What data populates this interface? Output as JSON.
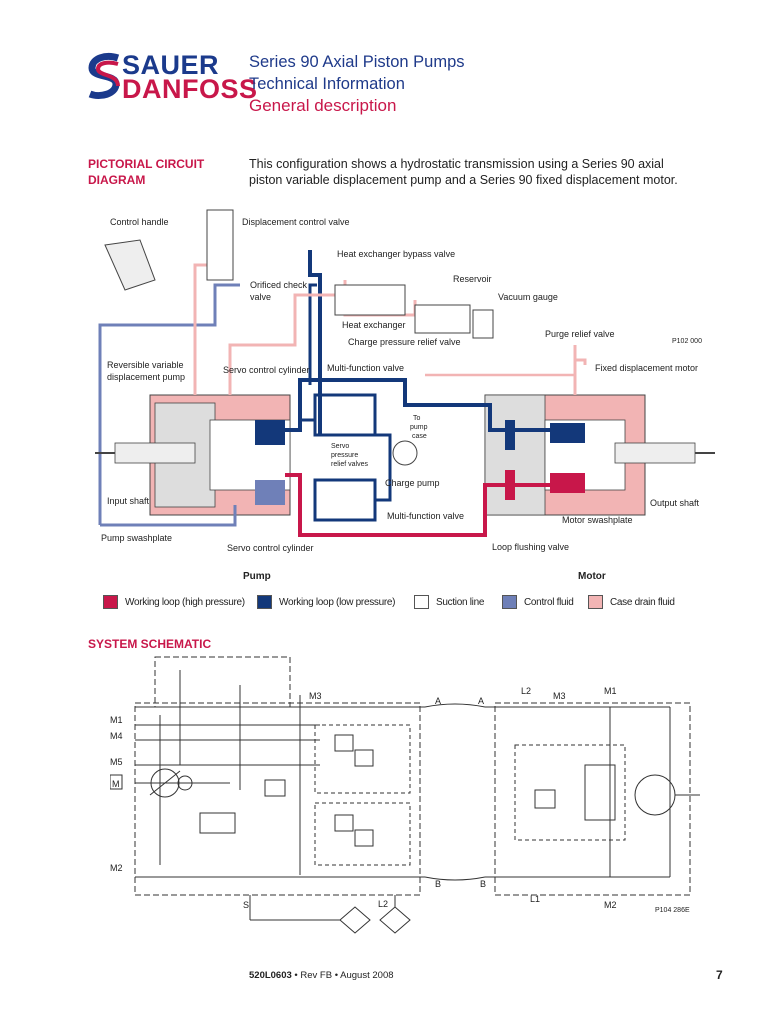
{
  "header": {
    "brand_top": "SAUER",
    "brand_bottom": "DANFOSS",
    "line1": "Series 90 Axial Piston Pumps",
    "line2": "Technical Information",
    "line3": "General description"
  },
  "pictorial": {
    "heading_line1": "PICTORIAL CIRCUIT",
    "heading_line2": "DIAGRAM",
    "intro": "This configuration shows a hydrostatic transmission using a Series 90 axial piston variable displacement pump and a Series 90 fixed displacement motor.",
    "ref": "P102 000",
    "labels": {
      "control_handle": "Control handle",
      "displacement_control_valve": "Displacement control valve",
      "heat_exchanger_bypass_valve": "Heat exchanger bypass valve",
      "reservoir": "Reservoir",
      "orificed_check_1": "Orificed check",
      "orificed_check_2": "valve",
      "vacuum_gauge": "Vacuum gauge",
      "heat_exchanger": "Heat exchanger",
      "purge_relief_valve": "Purge relief valve",
      "charge_pressure_relief_valve": "Charge pressure relief valve",
      "reversible_1": "Reversible variable",
      "reversible_2": "displacement pump",
      "servo_control_cylinder_top": "Servo control cylinder",
      "multi_function_valve_top": "Multi-function valve",
      "fixed_displacement_motor": "Fixed displacement motor",
      "to_pump_case_1": "To",
      "to_pump_case_2": "pump",
      "to_pump_case_3": "case",
      "servo_relief_1": "Servo",
      "servo_relief_2": "pressure",
      "servo_relief_3": "relief valves",
      "charge_pump": "Charge pump",
      "input_shaft": "Input shaft",
      "output_shaft": "Output shaft",
      "multi_function_valve_bottom": "Multi-function valve",
      "motor_swashplate": "Motor swashplate",
      "pump_swashplate": "Pump swashplate",
      "servo_control_cylinder_bottom": "Servo control cylinder",
      "loop_flushing_valve": "Loop flushing valve"
    }
  },
  "legend": {
    "pump_label": "Pump",
    "motor_label": "Motor",
    "items": [
      {
        "label": "Working loop (high pressure)",
        "color": "#c8174a"
      },
      {
        "label": "Working loop (low pressure)",
        "color": "#13387a"
      },
      {
        "label": "Suction line",
        "color": "#ffffff"
      },
      {
        "label": "Control fluid",
        "color": "#6f80b8"
      },
      {
        "label": "Case drain fluid",
        "color": "#f2b4b4"
      }
    ]
  },
  "schematic": {
    "heading": "SYSTEM SCHEMATIC",
    "ref": "P104 286E",
    "ports": {
      "m1": "M1",
      "m4": "M4",
      "m5": "M5",
      "m": "M",
      "m2": "M2",
      "m3": "M3",
      "a1": "A",
      "a2": "A",
      "b1": "B",
      "b2": "B",
      "l2_top": "L2",
      "m3_right": "M3",
      "m1_right": "M1",
      "s": "S",
      "l2_bottom": "L2",
      "l1": "L1",
      "m2_right": "M2"
    }
  },
  "footer": {
    "doc": "520L0603",
    "rest": " • Rev FB • August 2008",
    "page": "7"
  }
}
